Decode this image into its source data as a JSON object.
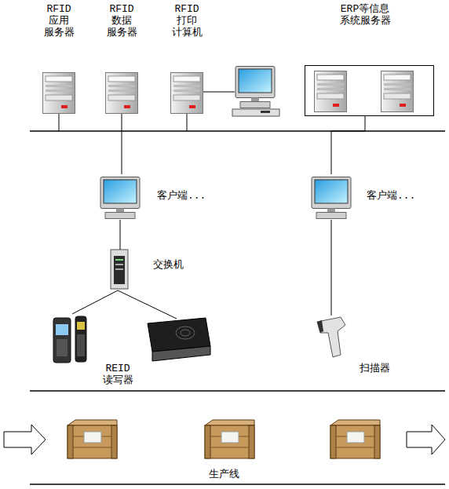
{
  "diagram": {
    "nodes": [
      {
        "text": [
          "RFID 应用 服务器"
        ]
      },
      {
        "text": [
          "RFID 数据 服务器"
        ]
      },
      {
        "text": [
          "RFID 打印 计算机"
        ]
      },
      {
        "text": [
          "ERP等信息 系统服务器"
        ]
      },
      {
        "text": [
          "客户端..."
        ]
      },
      {
        "text": [
          "客户端..."
        ]
      },
      {
        "text": [
          "交换机"
        ]
      },
      {
        "text": [
          "REID 读写器"
        ]
      },
      {
        "text": [
          "扫描器"
        ]
      }
    ],
    "edges": [
      {
        "from": 1,
        "to": 4,
        "arrow": "none"
      },
      {
        "from": 4,
        "to": 6,
        "arrow": "none"
      },
      {
        "from": 6,
        "to": 7,
        "arrow": "none"
      },
      {
        "from": 5,
        "to": 8,
        "arrow": "none"
      },
      {
        "from": 3,
        "to": 5,
        "arrow": "none"
      }
    ],
    "labels": [
      "生产线"
    ]
  }
}
